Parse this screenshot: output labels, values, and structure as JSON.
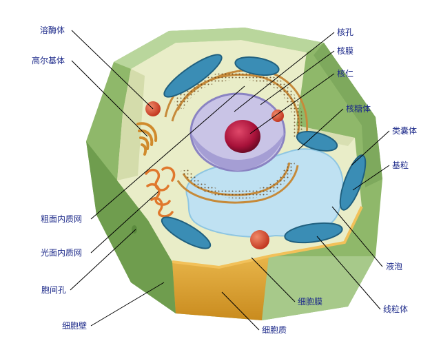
{
  "labels": {
    "lysosome": "溶酶体",
    "golgi": "高尔基体",
    "rough_er": "粗面内质网",
    "smooth_er": "光面内质网",
    "plasmodesma": "胞间孔",
    "cell_wall": "细胞壁",
    "nuclear_pore": "核孔",
    "nuclear_membrane": "核膜",
    "nucleolus": "核仁",
    "ribosome": "核糖体",
    "thylakoid": "类囊体",
    "granum": "基粒",
    "vacuole": "液泡",
    "mitochondrion": "线粒体",
    "cell_membrane": "细胞膜",
    "cytoplasm": "细胞质"
  },
  "colors": {
    "wall": "#8fb86a",
    "cytoplasm": "#e9edc8",
    "vacuole": "#bfe1f2",
    "nucleus": "#c9c4e6",
    "nucleolus": "#a8123a",
    "chloroplast": "#3a8db5",
    "golgi": "#d08a2c",
    "lysosome": "#d9472b",
    "label_text": "#1d2a8a"
  }
}
